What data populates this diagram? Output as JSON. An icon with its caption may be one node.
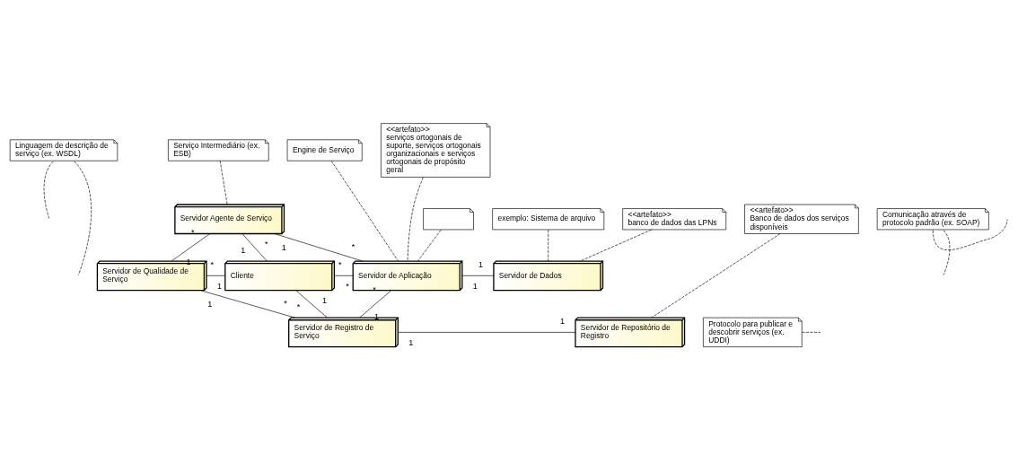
{
  "diagram": {
    "nodes": [
      {
        "text": [
          "Linguagem de descrição de serviço (ex. WSDL)"
        ]
      },
      {
        "text": [
          "Serviço Intermediário (ex. ESB)"
        ]
      },
      {
        "text": [
          "Engine de Serviço"
        ]
      },
      {
        "text": [
          "<<artefato>>",
          "serviços ortogonais de suporte, serviços ortogonais organizacionais e serviços ortogonais de propósito geral"
        ]
      },
      {
        "text": [
          "Servidor Agente de Serviço"
        ]
      },
      {
        "text": [
          "Comunicação através de protocolo padrão (ex. SOAP)"
        ]
      },
      {
        "text": [],
        "shape": "note"
      },
      {
        "text": [
          "exemplo: Sistema de arquivo"
        ]
      },
      {
        "text": [
          "Servidor de Qualidade de Serviço"
        ]
      },
      {
        "text": [
          "Cliente"
        ]
      },
      {
        "text": [
          "Servidor de Aplicação"
        ]
      },
      {
        "text": [
          "Servidor de Dados"
        ]
      },
      {
        "text": [
          "Protocolo para publicar e descobrir serviços (ex. UDDI)"
        ]
      },
      {
        "text": [
          "Servidor de Registro de Serviço"
        ]
      },
      {
        "text": [
          "Servidor de Repositório de Registro"
        ]
      },
      {
        "text": [
          "<<artefato>>",
          "Banco de dados dos serviços disponíveis"
        ]
      },
      {
        "text": [
          "<<artefato>>",
          "banco de dados das LPNs"
        ]
      }
    ],
    "edges": [
      {
        "from": 8,
        "to": 4,
        "arrow": "none"
      },
      {
        "from": 4,
        "to": 9,
        "arrow": "none"
      },
      {
        "from": 4,
        "to": 10,
        "arrow": "none"
      },
      {
        "from": 8,
        "to": 9,
        "arrow": "none"
      },
      {
        "from": 9,
        "to": 10,
        "arrow": "none"
      },
      {
        "from": 10,
        "to": 11,
        "arrow": "none"
      },
      {
        "from": 9,
        "to": 13,
        "arrow": "none"
      },
      {
        "from": 10,
        "to": 13,
        "arrow": "none"
      },
      {
        "from": 8,
        "to": 13,
        "arrow": "none"
      },
      {
        "from": 13,
        "to": 14,
        "arrow": "none"
      },
      {
        "from": 0,
        "to": null,
        "arrow": "none",
        "style": "dashed"
      },
      {
        "from": 0,
        "to": null,
        "arrow": "none",
        "style": "dashed"
      },
      {
        "from": 1,
        "to": 4,
        "arrow": "none",
        "style": "dashed"
      },
      {
        "from": 2,
        "to": 10,
        "arrow": "none",
        "style": "dashed"
      },
      {
        "from": 3,
        "to": 10,
        "arrow": "none",
        "style": "dashed"
      },
      {
        "from": 5,
        "to": null,
        "arrow": "none",
        "style": "dashed"
      },
      {
        "from": 5,
        "to": null,
        "arrow": "none",
        "style": "dashed"
      },
      {
        "from": 6,
        "to": 10,
        "arrow": "none",
        "style": "dashed"
      },
      {
        "from": 7,
        "to": 11,
        "arrow": "none",
        "style": "dashed"
      },
      {
        "from": 12,
        "to": null,
        "arrow": "none",
        "style": "dashed"
      },
      {
        "from": 15,
        "to": 14,
        "arrow": "none",
        "style": "dashed"
      },
      {
        "from": 16,
        "to": 11,
        "arrow": "none",
        "style": "dashed"
      }
    ],
    "labels": [
      "1",
      "*",
      "1",
      "*",
      "1",
      "*",
      "1",
      "*",
      "*",
      "*",
      "1",
      "1",
      "*",
      "1",
      "*",
      "1",
      "1",
      "*",
      "1",
      "1"
    ]
  }
}
